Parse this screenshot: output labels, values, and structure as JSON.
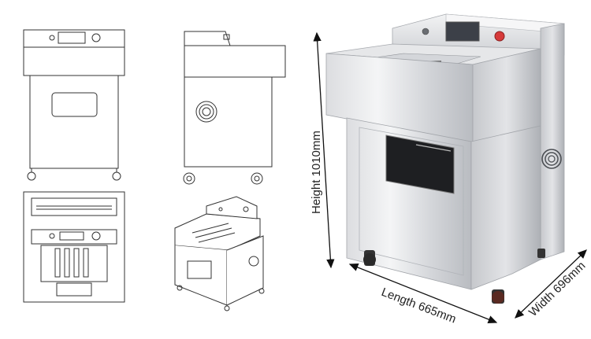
{
  "dimensions": {
    "height": {
      "label": "Height 1010mm"
    },
    "length": {
      "label": "Length 665mm"
    },
    "width": {
      "label": "Width 696mm"
    }
  },
  "views": [
    {
      "name": "front-view"
    },
    {
      "name": "side-view"
    },
    {
      "name": "top-view"
    },
    {
      "name": "isometric-view"
    },
    {
      "name": "product-photo"
    }
  ],
  "colors": {
    "line": "#333333",
    "steel_light": "#e9eaec",
    "steel_mid": "#c9cbcf",
    "steel_dark": "#9ea1a6",
    "screen": "#3c4048",
    "stop_button": "#d63a3a",
    "window": "#1e1f22",
    "arrow": "#111111"
  }
}
